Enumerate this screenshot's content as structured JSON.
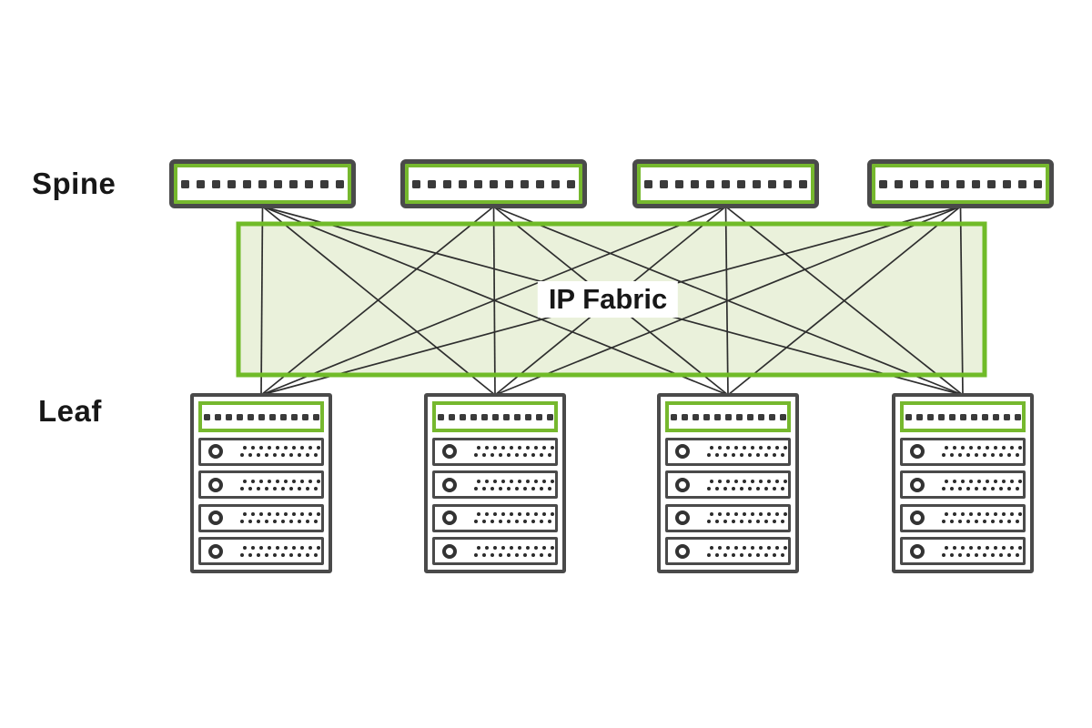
{
  "diagram": {
    "title": "Spine-Leaf IP Fabric topology",
    "labels": {
      "spine": "Spine",
      "leaf": "Leaf",
      "fabric": "IP Fabric"
    },
    "spine_count": 4,
    "leaf_count": 4,
    "servers_per_leaf": 4,
    "ports_per_spine_switch": 11,
    "ports_per_leaf_switch": 11,
    "server_vent_rows": 2,
    "server_vent_dots_per_row": 10,
    "links": "full-mesh: every spine connects to every leaf (16 links)",
    "colors": {
      "accent_green": "#76b82e",
      "fabric_fill": "#eaf1db",
      "fabric_border": "#70bb28",
      "node_border": "#4a4a4a",
      "link_line": "#2e2e2e",
      "port_dot": "#3a3a3a",
      "label_text": "#171717"
    }
  }
}
